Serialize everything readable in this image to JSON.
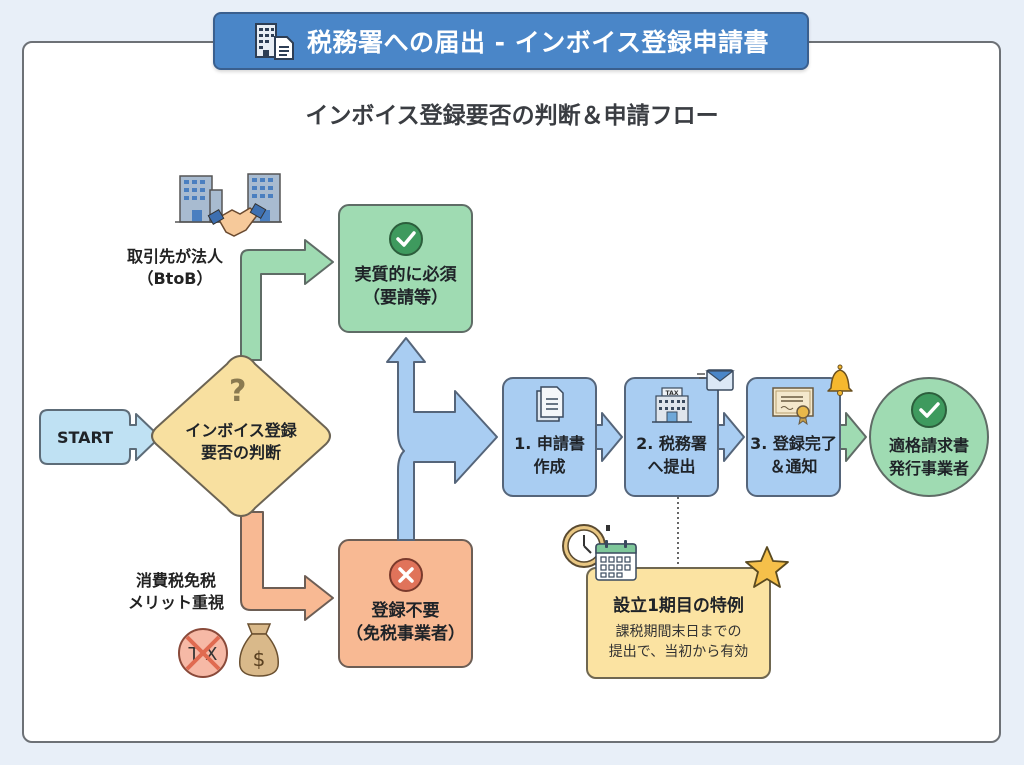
{
  "header": {
    "title": "税務署への届出 - インボイス登録申請書",
    "title_icon": "building-document-icon"
  },
  "subtitle": "インボイス登録要否の判断＆申請フロー",
  "start": {
    "label": "START"
  },
  "decision": {
    "line1": "インボイス登録",
    "line2": "要否の判断",
    "icon": "question-mark-icon"
  },
  "branch_yes": {
    "line1": "取引先が法人",
    "line2": "（BtoB）",
    "icon": "buildings-handshake-icon"
  },
  "branch_no": {
    "line1": "消費税免税",
    "line2": "メリット重視",
    "icons": [
      "no-tax-icon",
      "money-bag-icon"
    ]
  },
  "outcome_required": {
    "line1": "実質的に必須",
    "line2": "（要請等）",
    "icon": "check-circle-icon",
    "color": "#9fdbb2"
  },
  "outcome_not_required": {
    "line1": "登録不要",
    "line2": "（免税事業者）",
    "icon": "x-circle-icon",
    "color": "#f8b993"
  },
  "steps": [
    {
      "line1": "1. 申請書",
      "line2": "作成",
      "icon": "document-icon"
    },
    {
      "line1": "2. 税務署",
      "line2": "へ提出",
      "icon": "tax-office-icon",
      "badge_icon": "envelope-icon"
    },
    {
      "line1": "3. 登録完了",
      "line2": "＆通知",
      "icon": "certificate-icon",
      "badge_icon": "bell-icon"
    }
  ],
  "result": {
    "line1": "適格請求書",
    "line2": "発行事業者",
    "icon": "check-circle-icon",
    "color": "#9fdbb2"
  },
  "note": {
    "title": "設立1期目の特例",
    "line1": "課税期間末日までの",
    "line2": "提出で、当初から有効",
    "icons": [
      "clock-icon",
      "calendar-icon",
      "star-icon"
    ]
  },
  "colors": {
    "banner": "#4a86c8",
    "step_blue": "#a9cdf2",
    "decision_yellow": "#f8e0a0",
    "green": "#9fdbb2",
    "orange": "#f8b993",
    "note_yellow": "#fbe3a2"
  }
}
